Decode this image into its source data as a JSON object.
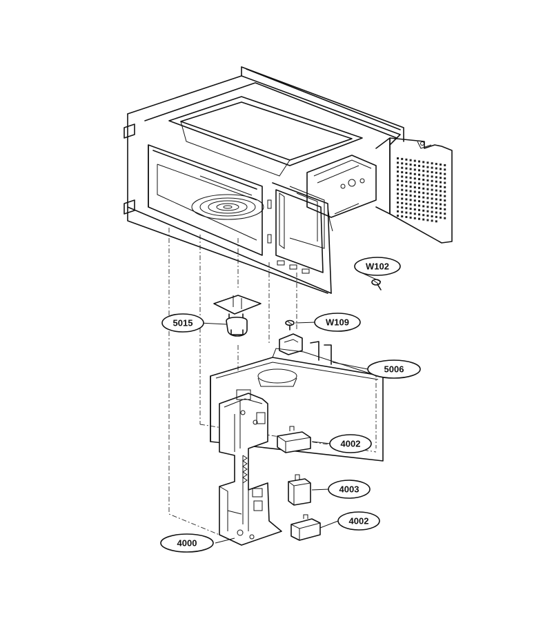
{
  "callouts": [
    {
      "id": "w102",
      "label": "W102"
    },
    {
      "id": "5015",
      "label": "5015"
    },
    {
      "id": "w109",
      "label": "W109"
    },
    {
      "id": "5006",
      "label": "5006"
    },
    {
      "id": "4002a",
      "label": "4002"
    },
    {
      "id": "4003",
      "label": "4003"
    },
    {
      "id": "4002b",
      "label": "4002"
    },
    {
      "id": "4000",
      "label": "4000"
    }
  ]
}
